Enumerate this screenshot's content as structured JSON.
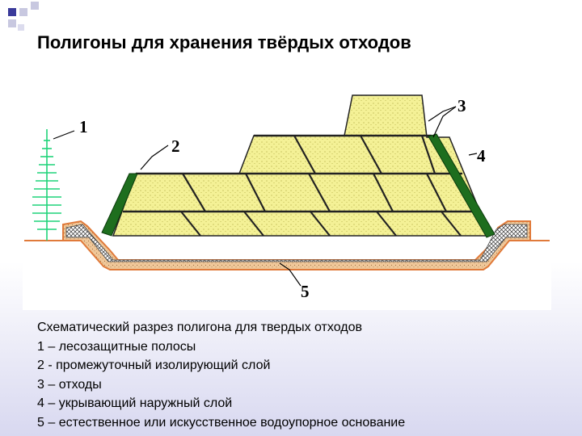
{
  "slide": {
    "title": "Полигоны для хранения твёрдых отходов"
  },
  "diagram": {
    "callouts": [
      "1",
      "2",
      "3",
      "4",
      "5"
    ],
    "colors": {
      "waste_fill": "#f4f196",
      "cover_layer": "#1e6e1e",
      "forest_belt": "#1fd47a",
      "liner": "#f0c89a",
      "ground": "#e07a3a"
    }
  },
  "caption": {
    "heading": "Схематический разрез полигона для твердых отходов",
    "items": [
      "1 – лесозащитные полосы",
      "2 - промежуточный изолирующий слой",
      "3 – отходы",
      "4 – укрывающий наружный слой",
      "5 – естественное или искусственное водоупорное основание"
    ]
  }
}
